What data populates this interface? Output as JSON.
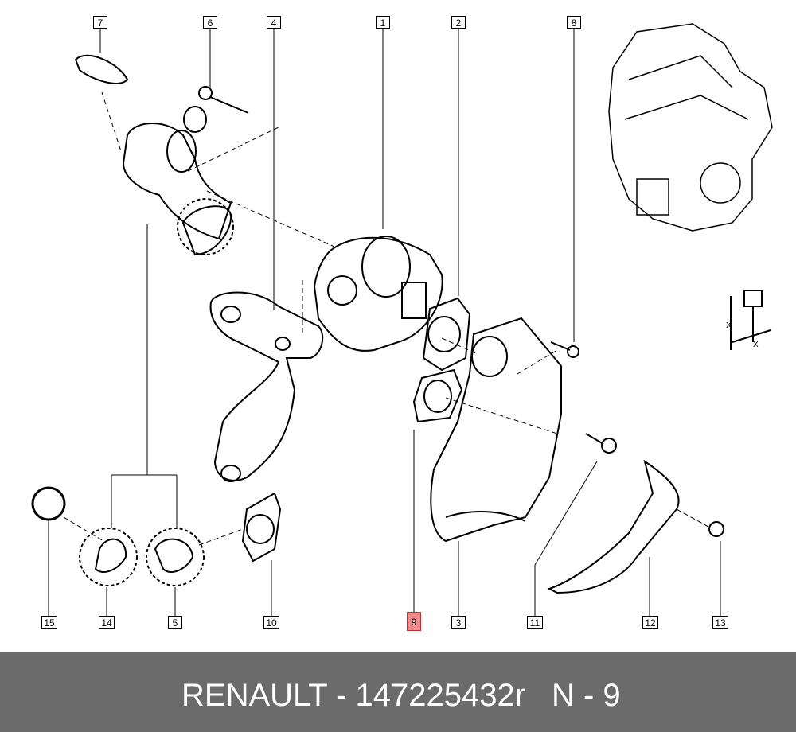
{
  "callouts": [
    {
      "id": "1",
      "label": "1",
      "highlighted": false
    },
    {
      "id": "2",
      "label": "2",
      "highlighted": false
    },
    {
      "id": "3",
      "label": "3",
      "highlighted": false
    },
    {
      "id": "4",
      "label": "4",
      "highlighted": false
    },
    {
      "id": "5",
      "label": "5",
      "highlighted": false
    },
    {
      "id": "6",
      "label": "6",
      "highlighted": false
    },
    {
      "id": "7",
      "label": "7",
      "highlighted": false
    },
    {
      "id": "8",
      "label": "8",
      "highlighted": false
    },
    {
      "id": "9",
      "label": "9",
      "highlighted": true
    },
    {
      "id": "10",
      "label": "10",
      "highlighted": false
    },
    {
      "id": "11",
      "label": "11",
      "highlighted": false
    },
    {
      "id": "12",
      "label": "12",
      "highlighted": false
    },
    {
      "id": "13",
      "label": "13",
      "highlighted": false
    },
    {
      "id": "14",
      "label": "14",
      "highlighted": false
    },
    {
      "id": "15",
      "label": "15",
      "highlighted": false
    }
  ],
  "torque_marks": {
    "x1": "X",
    "x2": "X"
  },
  "footer": {
    "part_text": "RENAULT - 147225432r",
    "page_text": "N - 9"
  },
  "colors": {
    "highlight": "#f08a8a",
    "footer_bg": "#6b6b6b",
    "footer_text": "#ffffff"
  }
}
